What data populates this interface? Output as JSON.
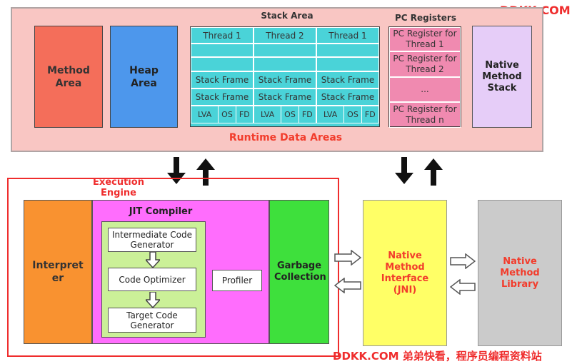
{
  "watermark": {
    "top": "DDKK.COM",
    "bottom": "DDKK.COM 弟弟快看，程序员编程资料站"
  },
  "runtime": {
    "label": "Runtime Data Areas",
    "method_area": "Method Area",
    "heap_area": "Heap Area",
    "stack": {
      "title": "Stack Area",
      "threads": [
        "Thread 1",
        "Thread 2",
        "Thread 1"
      ],
      "frame_label": "Stack Frame",
      "frame_parts": [
        "LVA",
        "OS",
        "FD"
      ]
    },
    "pc": {
      "title": "PC Registers",
      "cells": [
        "PC Register for Thread 1",
        "PC Register for Thread 2",
        "...",
        "PC Register for Thread n"
      ]
    },
    "native_stack": "Native Method Stack"
  },
  "engine": {
    "label": "Execution Engine",
    "interpreter": "Interpreter",
    "jit": {
      "title": "JIT Compiler",
      "icg": "Intermediate Code Generator",
      "optimizer": "Code Optimizer",
      "tcg": "Target Code Generator",
      "profiler": "Profiler"
    },
    "gc": "Garbage Collection"
  },
  "jni": "Native Method Interface (JNI)",
  "native_lib": "Native Method Library",
  "colors": {
    "runtime_bg": "#f9c6c3",
    "method": "#f46e5a",
    "heap": "#4d97ec",
    "stack": "#4ad3d8",
    "pc": "#f08ab0",
    "native_stack": "#e6cdf8",
    "interpreter": "#f99230",
    "jit": "#ff6dfd",
    "jit_inner": "#cbf098",
    "gc": "#3ee03c",
    "jni": "#ffff66",
    "library": "#cbcbcb",
    "accent": "#ef2d2d"
  },
  "icons": [
    "arrow-down-icon",
    "arrow-up-icon",
    "arrow-right-icon",
    "arrow-left-icon"
  ]
}
